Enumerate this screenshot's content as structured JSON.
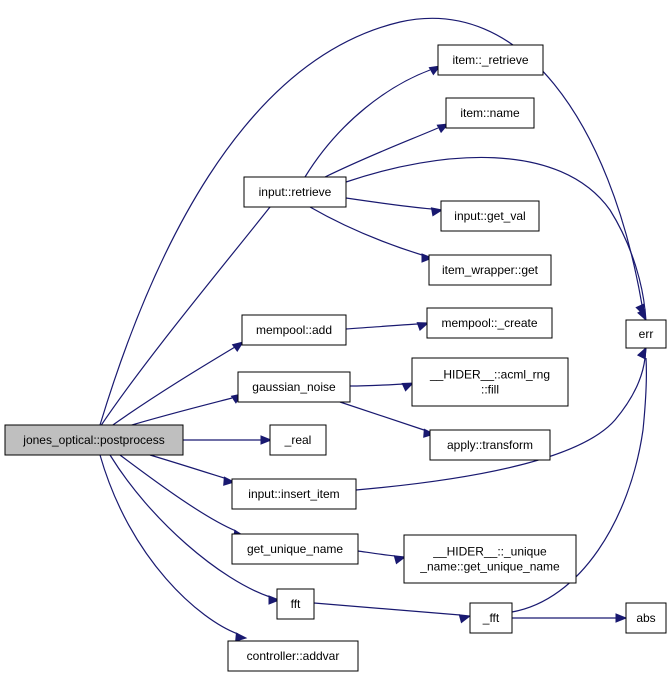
{
  "diagram": {
    "nodes": [
      {
        "id": "root",
        "lines": [
          "jones_optical::postprocess"
        ]
      },
      {
        "id": "input_retrieve",
        "lines": [
          "input::retrieve"
        ]
      },
      {
        "id": "mempool_add",
        "lines": [
          "mempool::add"
        ]
      },
      {
        "id": "gaussian_noise",
        "lines": [
          "gaussian_noise"
        ]
      },
      {
        "id": "real",
        "lines": [
          "_real"
        ]
      },
      {
        "id": "input_insert_item",
        "lines": [
          "input::insert_item"
        ]
      },
      {
        "id": "get_unique_name",
        "lines": [
          "get_unique_name"
        ]
      },
      {
        "id": "fft",
        "lines": [
          "fft"
        ]
      },
      {
        "id": "controller_addvar",
        "lines": [
          "controller::addvar"
        ]
      },
      {
        "id": "item_retrieve",
        "lines": [
          "item::_retrieve"
        ]
      },
      {
        "id": "item_name",
        "lines": [
          "item::name"
        ]
      },
      {
        "id": "input_get_val",
        "lines": [
          "input::get_val"
        ]
      },
      {
        "id": "item_wrapper_get",
        "lines": [
          "item_wrapper::get"
        ]
      },
      {
        "id": "mempool_create",
        "lines": [
          "mempool::_create"
        ]
      },
      {
        "id": "acml_fill",
        "lines": [
          "__HIDER__::acml_rng",
          "::fill"
        ]
      },
      {
        "id": "apply_transform",
        "lines": [
          "apply::transform"
        ]
      },
      {
        "id": "unique_get",
        "lines": [
          "__HIDER__::_unique",
          "_name::get_unique_name"
        ]
      },
      {
        "id": "_fft",
        "lines": [
          "_fft"
        ]
      },
      {
        "id": "err",
        "lines": [
          "err"
        ]
      },
      {
        "id": "abs",
        "lines": [
          "abs"
        ]
      }
    ],
    "edges": [
      {
        "from": "root",
        "to": "input_retrieve"
      },
      {
        "from": "root",
        "to": "mempool_add"
      },
      {
        "from": "root",
        "to": "gaussian_noise"
      },
      {
        "from": "root",
        "to": "real"
      },
      {
        "from": "root",
        "to": "input_insert_item"
      },
      {
        "from": "root",
        "to": "get_unique_name"
      },
      {
        "from": "root",
        "to": "fft"
      },
      {
        "from": "root",
        "to": "controller_addvar"
      },
      {
        "from": "root",
        "to": "err"
      },
      {
        "from": "input_retrieve",
        "to": "item_retrieve"
      },
      {
        "from": "input_retrieve",
        "to": "item_name"
      },
      {
        "from": "input_retrieve",
        "to": "input_get_val"
      },
      {
        "from": "input_retrieve",
        "to": "item_wrapper_get"
      },
      {
        "from": "input_retrieve",
        "to": "err"
      },
      {
        "from": "mempool_add",
        "to": "mempool_create"
      },
      {
        "from": "gaussian_noise",
        "to": "acml_fill"
      },
      {
        "from": "gaussian_noise",
        "to": "apply_transform"
      },
      {
        "from": "input_insert_item",
        "to": "err"
      },
      {
        "from": "get_unique_name",
        "to": "unique_get"
      },
      {
        "from": "fft",
        "to": "_fft"
      },
      {
        "from": "_fft",
        "to": "abs"
      },
      {
        "from": "_fft",
        "to": "err"
      }
    ],
    "colors": {
      "edge": "#191970",
      "root_fill": "#bfbfbf",
      "node_fill": "#ffffff",
      "node_stroke": "#000000"
    }
  }
}
